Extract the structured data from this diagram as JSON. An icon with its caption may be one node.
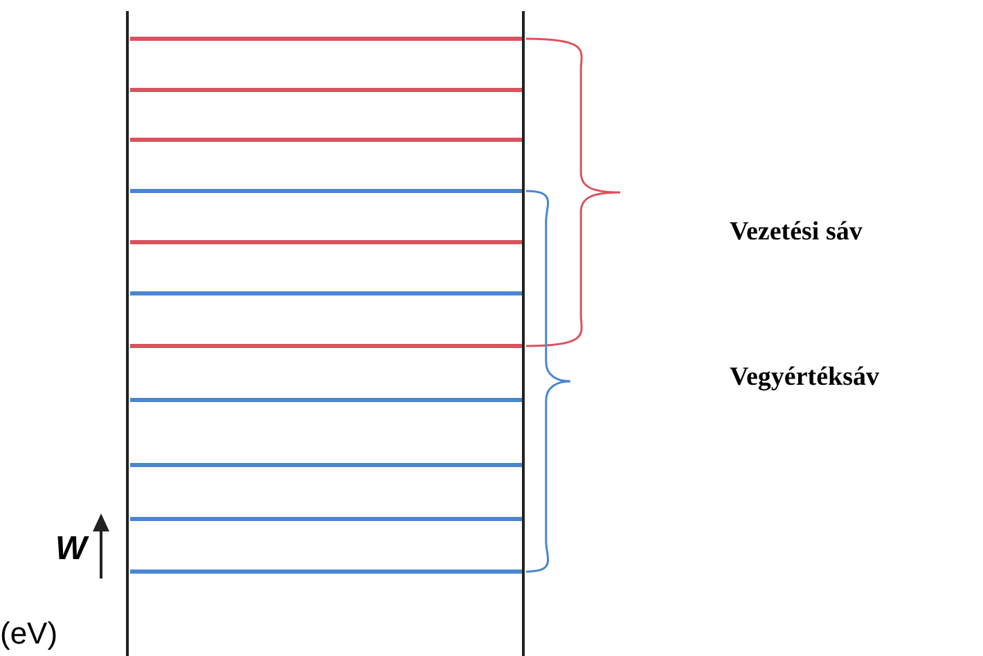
{
  "diagram": {
    "labels": [
      "Vezetési sáv",
      "Vegyértéksáv",
      "W",
      "(eV)"
    ]
  }
}
